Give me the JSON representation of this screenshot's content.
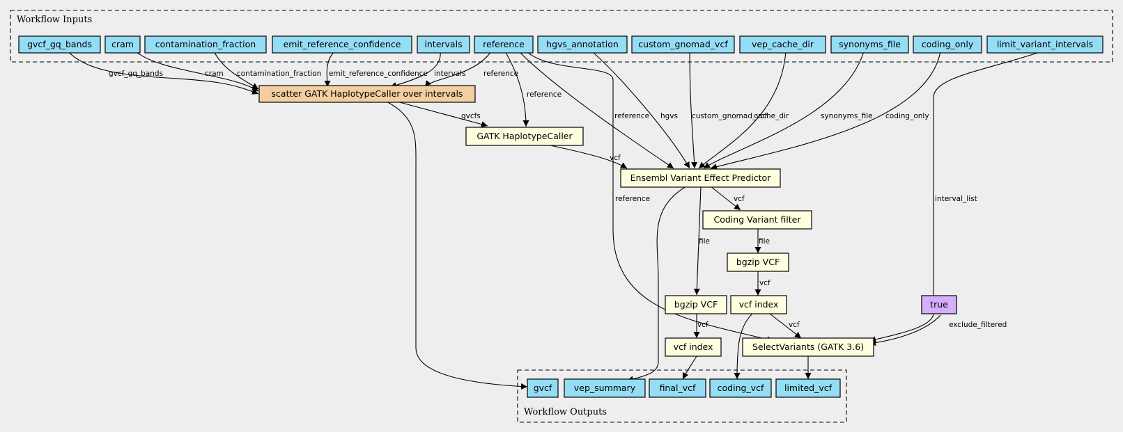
{
  "colors": {
    "input": "#94ddf4",
    "output": "#94ddf4",
    "scatter_step": "#f3cea1",
    "step": "#ffffdf",
    "constant": "#d5aefc",
    "background": "#eeeeee"
  },
  "clusters": {
    "inputs": "Workflow Inputs",
    "outputs": "Workflow Outputs"
  },
  "inputs": {
    "gvcf_gq_bands": "gvcf_gq_bands",
    "cram": "cram",
    "contamination_fraction": "contamination_fraction",
    "emit_reference_confidence": "emit_reference_confidence",
    "intervals": "intervals",
    "reference": "reference",
    "hgvs_annotation": "hgvs_annotation",
    "custom_gnomad_vcf": "custom_gnomad_vcf",
    "vep_cache_dir": "vep_cache_dir",
    "synonyms_file": "synonyms_file",
    "coding_only": "coding_only",
    "limit_variant_intervals": "limit_variant_intervals"
  },
  "steps": {
    "scatter_haplotypecaller": "scatter GATK HaplotypeCaller over intervals",
    "haplotypecaller": "GATK HaplotypeCaller",
    "vep": "Ensembl Variant Effect Predictor",
    "coding_filter": "Coding Variant filter",
    "bgzip_coding": "bgzip VCF",
    "bgzip_full": "bgzip VCF",
    "index_coding": "vcf index",
    "index_full": "vcf index",
    "select_variants": "SelectVariants (GATK 3.6)",
    "constant_true": "true"
  },
  "outputs": {
    "gvcf": "gvcf",
    "vep_summary": "vep_summary",
    "final_vcf": "final_vcf",
    "coding_vcf": "coding_vcf",
    "limited_vcf": "limited_vcf"
  },
  "edge_labels": {
    "gvcf_gq_bands": "gvcf_gq_bands",
    "cram": "cram",
    "contamination_fraction": "contamination_fraction",
    "emit_reference_confidence": "emit_reference_confidence",
    "intervals": "intervals",
    "reference_scatter": "reference",
    "reference_hc": "reference",
    "gvcfs": "gvcfs",
    "reference_vep": "reference",
    "hgvs": "hgvs",
    "custom_gnomad_vcf": "custom_gnomad_vcf",
    "cache_dir": "cache_dir",
    "synonyms_file": "synonyms_file",
    "coding_only": "coding_only",
    "vcf_hc_vep": "vcf",
    "reference_select": "reference",
    "interval_list": "interval_list",
    "vcf_vep_filter": "vcf",
    "file_vep_bgzip": "file",
    "file_filter_bgzip": "file",
    "vcf_bgzip_index_coding": "vcf",
    "vcf_index_select": "vcf",
    "exclude_filtered": "exclude_filtered",
    "vcf_bgzip_index_full": "vcf"
  }
}
